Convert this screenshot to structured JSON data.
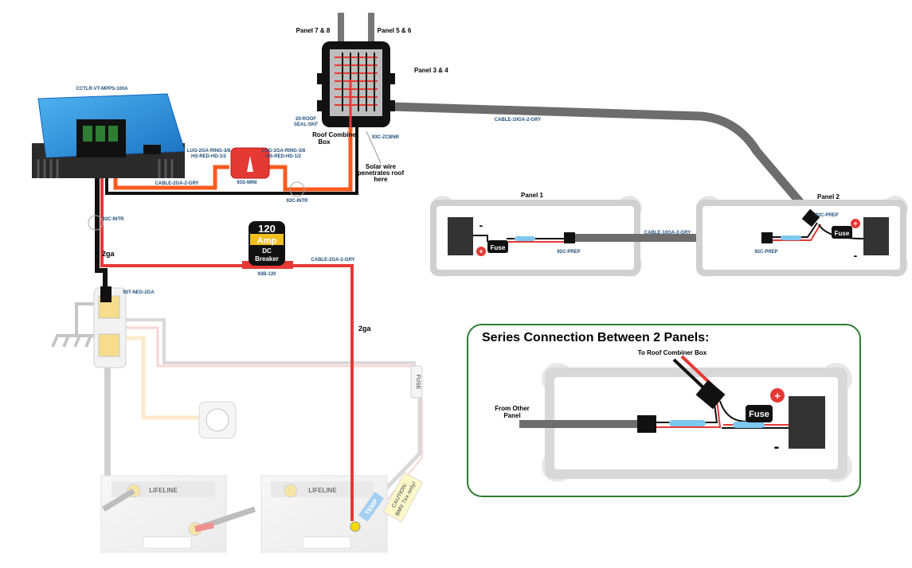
{
  "labels": {
    "panel78": "Panel 7 & 8",
    "panel56": "Panel 5 & 6",
    "panel34": "Panel 3 & 4",
    "controller_part": "CCTLR-VT-MPPS-100A",
    "roof_part": "20-ROOF SEAL-SKF",
    "roof_part_l1": "20-ROOF",
    "roof_part_l2": "SEAL-SKF",
    "combiner_box_l1": "Roof Combiner",
    "combiner_box_l2": "Box",
    "combiner_part": "93C-ZCBNR",
    "solar_penetrate_l1": "Solar wire",
    "solar_penetrate_l2": "penetrates roof",
    "solar_penetrate_l3": "here",
    "cable_gray_10": "CABLE-10GA-2-GRY",
    "lug_left_l1": "LUG-2GA-RING-3/8",
    "lug_left_l2": "HS-RED-HD-1/2",
    "lug_right_l1": "LUG-2GA-RING-3/8",
    "lug_right_l2": "HS-RED-HD-1/2",
    "breaker_mini": "93S-MINI",
    "cable_2ga_top": "CABLE-2GA-2-GRY",
    "intr_1": "92C-INTR",
    "intr_2": "92C-INTR",
    "wire_2ga_left": "2ga",
    "wire_2ga_right": "2ga",
    "breaker_amp_num": "120",
    "breaker_amp_word": "Amp",
    "breaker_dc": "DC",
    "breaker_word": "Breaker",
    "breaker_part": "93B-120",
    "cable_2ga_breaker": "CABLE-2GA-2-GRY",
    "neg_part": "93T-NEG-2GA",
    "panel1": "Panel 1",
    "panel2": "Panel 2",
    "prep_p1": "92C-PREP",
    "prep_p2a": "92C-PREP",
    "prep_p2b": "92C-PREP",
    "cable_gray_10_b": "CABLE-10GA-2-GRY",
    "fuse": "Fuse",
    "minus": "-",
    "plus": "+",
    "fuse_vertical": "FUSE",
    "temp": "TEMP",
    "caution_l1": "CAUTION:",
    "caution_l2": "BMV 7xx only!",
    "battery_brand": "LIFELINE"
  },
  "inset": {
    "title": "Series Connection Between 2 Panels:",
    "to_combiner": "To Roof Combiner Box",
    "from_other_l1": "From Other",
    "from_other_l2": "Panel",
    "fuse": "Fuse",
    "plus": "+",
    "minus": "-"
  },
  "colors": {
    "red_wire": "#e53935",
    "orange_wire": "#ff5a1f",
    "black_wire": "#111111",
    "gray_cable": "#6d6d6d",
    "controller_blue": "#2a8fd8",
    "inset_border": "#2e7d32",
    "label_blue": "#1f4e79"
  }
}
